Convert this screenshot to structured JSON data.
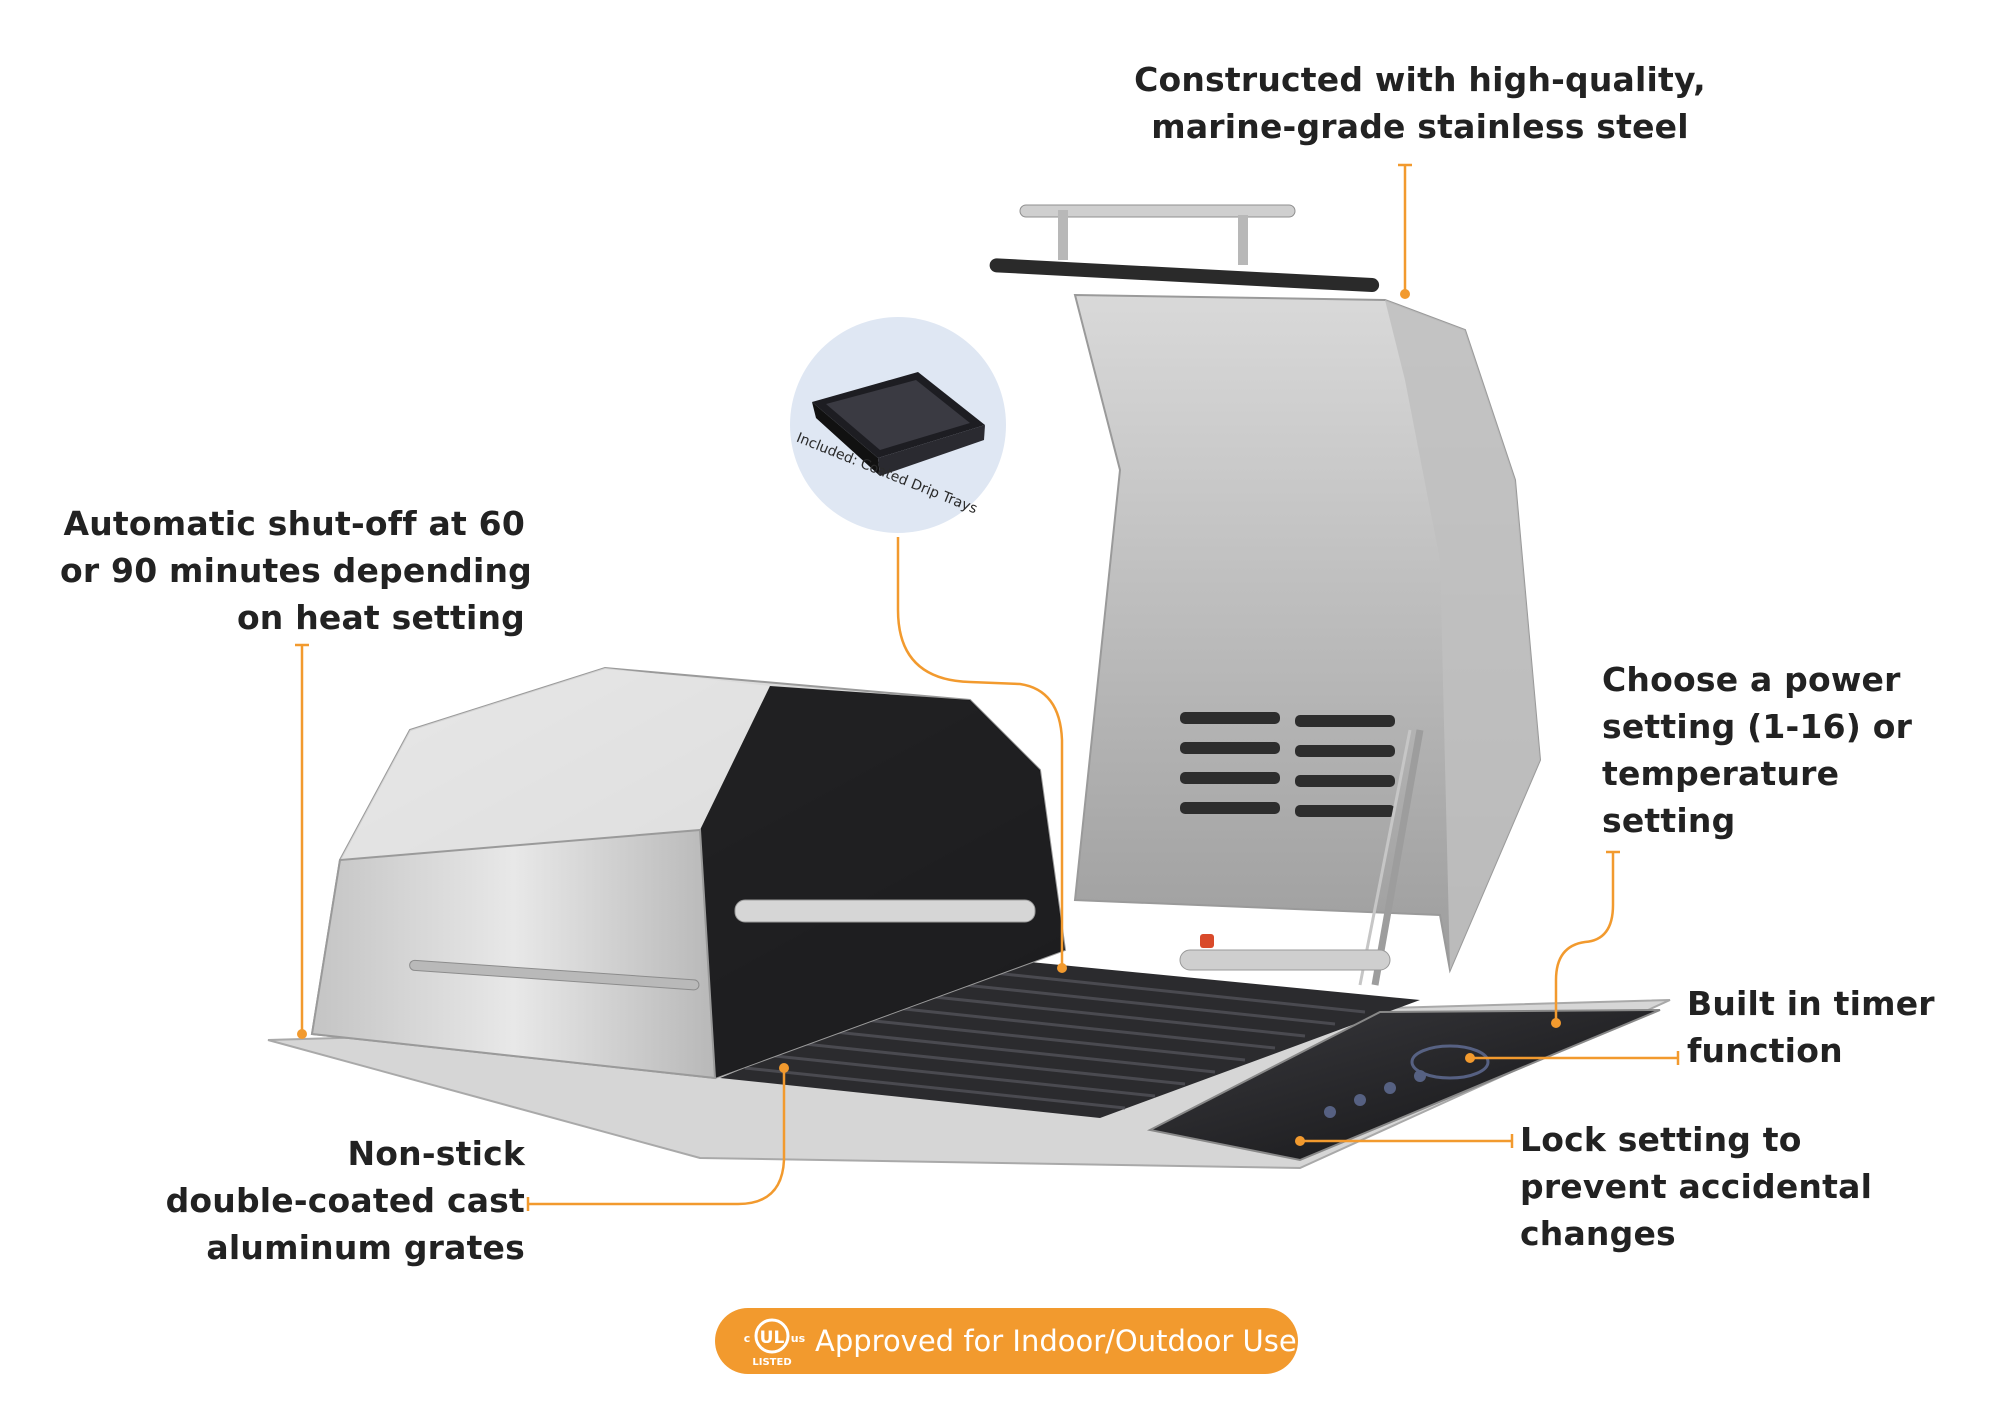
{
  "callouts": {
    "steel": [
      "Constructed with high-quality,",
      "marine-grade stainless steel"
    ],
    "shutoff": [
      "Automatic shut-off at 60",
      "or 90 minutes depending",
      "on heat setting"
    ],
    "power": [
      "Choose a power",
      "setting (1-16) or",
      "temperature",
      "setting"
    ],
    "timer": [
      "Built in timer",
      "function"
    ],
    "lock": [
      "Lock setting to",
      "prevent accidental",
      "changes"
    ],
    "grates": [
      "Non-stick",
      "double-coated cast",
      "aluminum grates"
    ]
  },
  "tray_caption": "Included: Coated Drip Trays",
  "badge": {
    "label": "Approved for Indoor/Outdoor Use",
    "ul_letters": "UL",
    "ul_c": "c",
    "ul_us": "us",
    "ul_listed": "LISTED"
  },
  "colors": {
    "accent": "#f29a2e",
    "text": "#222222",
    "steel_light": "#e6e6e6",
    "steel_mid": "#bdbdbd",
    "dark": "#1a1a1a",
    "tray_circle": "#dfe7f3"
  }
}
